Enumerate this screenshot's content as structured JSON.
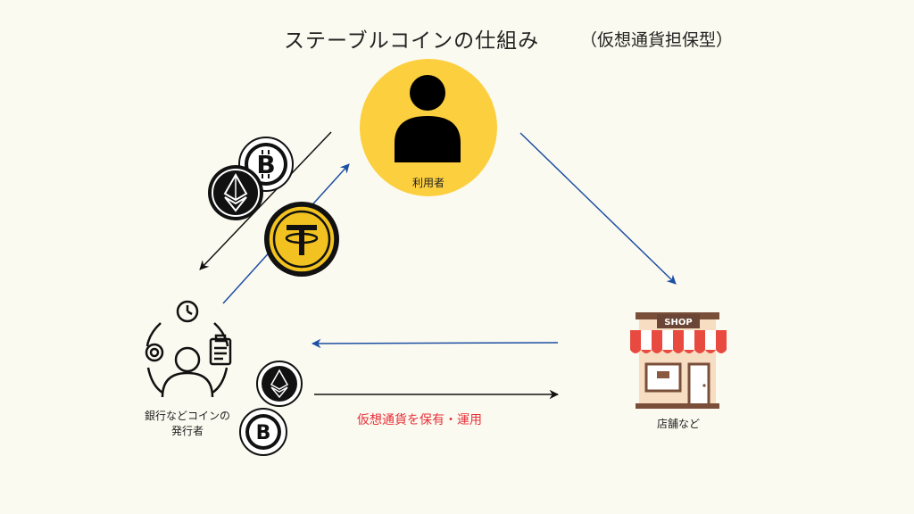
{
  "title": "ステーブルコインの仕組み",
  "subtitle": "（仮想通貨担保型）",
  "nodes": {
    "user": "利用者",
    "issuer_line1": "銀行などコインの",
    "issuer_line2": "発行者",
    "store": "店舗など",
    "store_sign": "SHOP"
  },
  "flow_label": "仮想通貨を保有・運用",
  "colors": {
    "background": "#fbfaf0",
    "user_circle": "#fccf3e",
    "blue_arrow": "#1d4fa3",
    "black_arrow": "#111111",
    "red_text": "#e8303a",
    "tether": "#f2c320",
    "awning_red": "#e84a3f"
  },
  "icons": [
    "user-icon",
    "bitcoin-icon",
    "ethereum-icon",
    "tether-icon",
    "issuer-icon",
    "store-icon"
  ]
}
